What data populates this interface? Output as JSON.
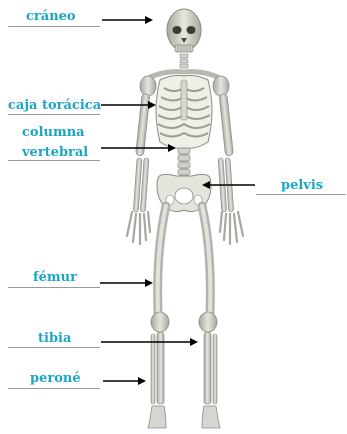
{
  "colors": {
    "label": "#1aa6c4",
    "arrow": "#000000",
    "underline": "#9a9a9a",
    "bone": "#dcdcd4",
    "bone_shade": "#9c9c94"
  },
  "image": {
    "subject": "human-skeleton-front-view"
  },
  "labels": {
    "craneo": "cráneo",
    "caja_toracica": "caja torácica",
    "columna_line1": "columna",
    "columna_line2": "vertebral",
    "pelvis": "pelvis",
    "femur": "fémur",
    "tibia": "tibia",
    "perone": "peroné"
  }
}
